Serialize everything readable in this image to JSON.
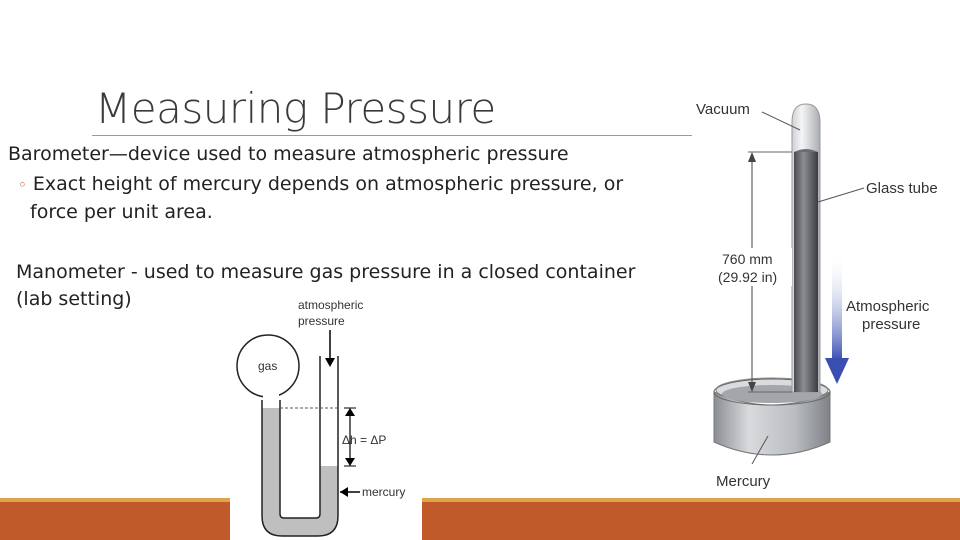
{
  "slide": {
    "title": "Measuring Pressure",
    "bullet1": "Barometer—device used to measure atmospheric pressure",
    "bullet2_mark": "◦",
    "bullet2_line1": "Exact height of mercury depends on atmospheric pressure, or",
    "bullet2_line2": "force per unit area.",
    "bullet3_line1": "Manometer - used to measure gas pressure in a closed container",
    "bullet3_line2": "(lab setting)"
  },
  "manometer": {
    "label_atm1": "atmospheric",
    "label_atm2": "pressure",
    "label_gas": "gas",
    "label_dh": "Δh = ΔP",
    "label_mercury": "mercury"
  },
  "barometer": {
    "label_vacuum": "Vacuum",
    "label_glass_tube": "Glass tube",
    "label_height1": "760 mm",
    "label_height2": "(29.92 in)",
    "label_atm1": "Atmospheric",
    "label_atm2": "pressure",
    "label_mercury": "Mercury"
  },
  "colors": {
    "accent": "#c05a2a",
    "accent_light": "#e0a24a",
    "arrow_blue": "#3a4fb0"
  }
}
